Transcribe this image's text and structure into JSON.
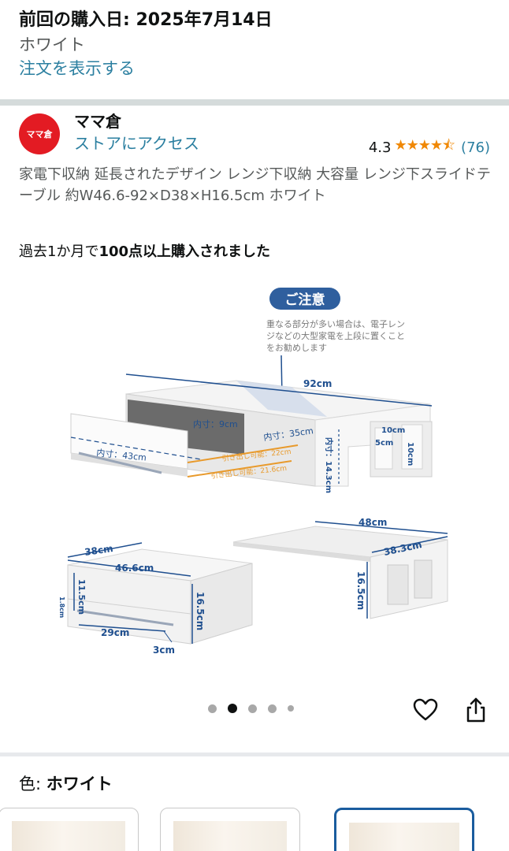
{
  "order": {
    "last_purchase": "前回の購入日: 2025年7月14日",
    "variant": "ホワイト",
    "view_order_link": "注文を表示する"
  },
  "store": {
    "logo_text": "ママ倉",
    "name": "ママ倉",
    "visit_link": "ストアにアクセス",
    "rating": "4.3",
    "stars_display": "★★★★⯪",
    "review_count": "(76)"
  },
  "product": {
    "title": "家電下収納 延長されたデザイン レンジ下収納 大容量 レンジ下スライドテーブル 約W46.6-92×D38×H16.5cm ホワイト",
    "bought_prefix": "過去1か月で",
    "bought_bold": "100点以上購入されました"
  },
  "image": {
    "notice_title": "ご注意",
    "notice_line1": "重なる部分が多い場合は、電子レン",
    "notice_line2": "ジなどの大型家電を上段に置くこと",
    "notice_line3": "をお勧めします",
    "dim_92": "92cm",
    "dim_inner9": "内寸：9cm",
    "dim_inner35": "内寸：35cm",
    "dim_inner43": "内寸：43cm",
    "dim_10a": "10cm",
    "dim_5": "5cm",
    "dim_10b": "10cm",
    "dim_143": "内寸：14.3cm",
    "dim_pull22": "引き出し可能：22cm",
    "dim_pull216": "引き出し可能：21.6cm",
    "dim_48": "48cm",
    "dim_383": "38.3cm",
    "dim_165b": "16.5cm",
    "dim_38": "38cm",
    "dim_466": "46.6cm",
    "dim_115": "11.5cm",
    "dim_18": "1.8cm",
    "dim_165a": "16.5cm",
    "dim_29": "29cm",
    "dim_3": "3cm"
  },
  "carousel": {
    "total": 5,
    "active": 1
  },
  "color": {
    "label": "色:",
    "value": "ホワイト"
  },
  "colors": {
    "accent_link": "#2b7fa0",
    "star": "#f08804",
    "logo_bg": "#e31b23",
    "selected_border": "#1a5c9e",
    "dimension_line": "#1f4f8f",
    "pull_orange": "#e89a2c"
  },
  "icons": {
    "wishlist": "heart-icon",
    "share": "share-icon"
  }
}
